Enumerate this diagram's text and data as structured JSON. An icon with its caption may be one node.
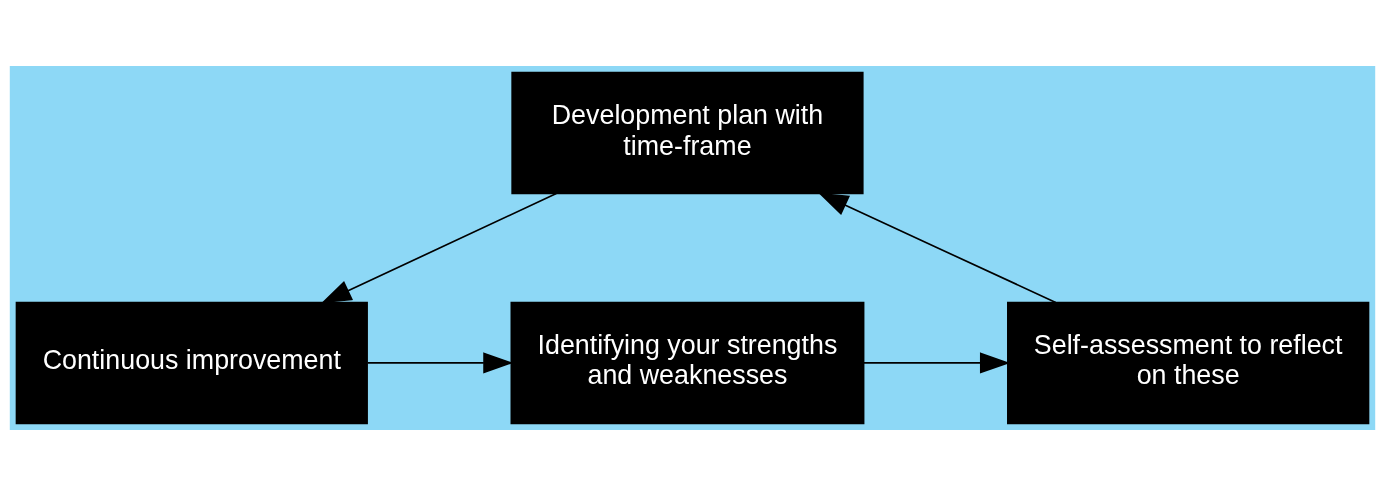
{
  "diagram": {
    "nodes": [
      {
        "text": [
          "Identifying your strengths and weaknesses"
        ]
      },
      {
        "text": [
          "Self-assessment to reflect on these"
        ]
      },
      {
        "text": [
          "Development plan with time-frame"
        ]
      },
      {
        "text": [
          "Continuous improvement"
        ]
      }
    ],
    "edges": [
      {
        "from": 0,
        "to": 1,
        "arrow": "to"
      },
      {
        "from": 1,
        "to": 2,
        "arrow": "to"
      },
      {
        "from": 2,
        "to": 3,
        "arrow": "to"
      },
      {
        "from": 3,
        "to": 0,
        "arrow": "to"
      }
    ]
  }
}
